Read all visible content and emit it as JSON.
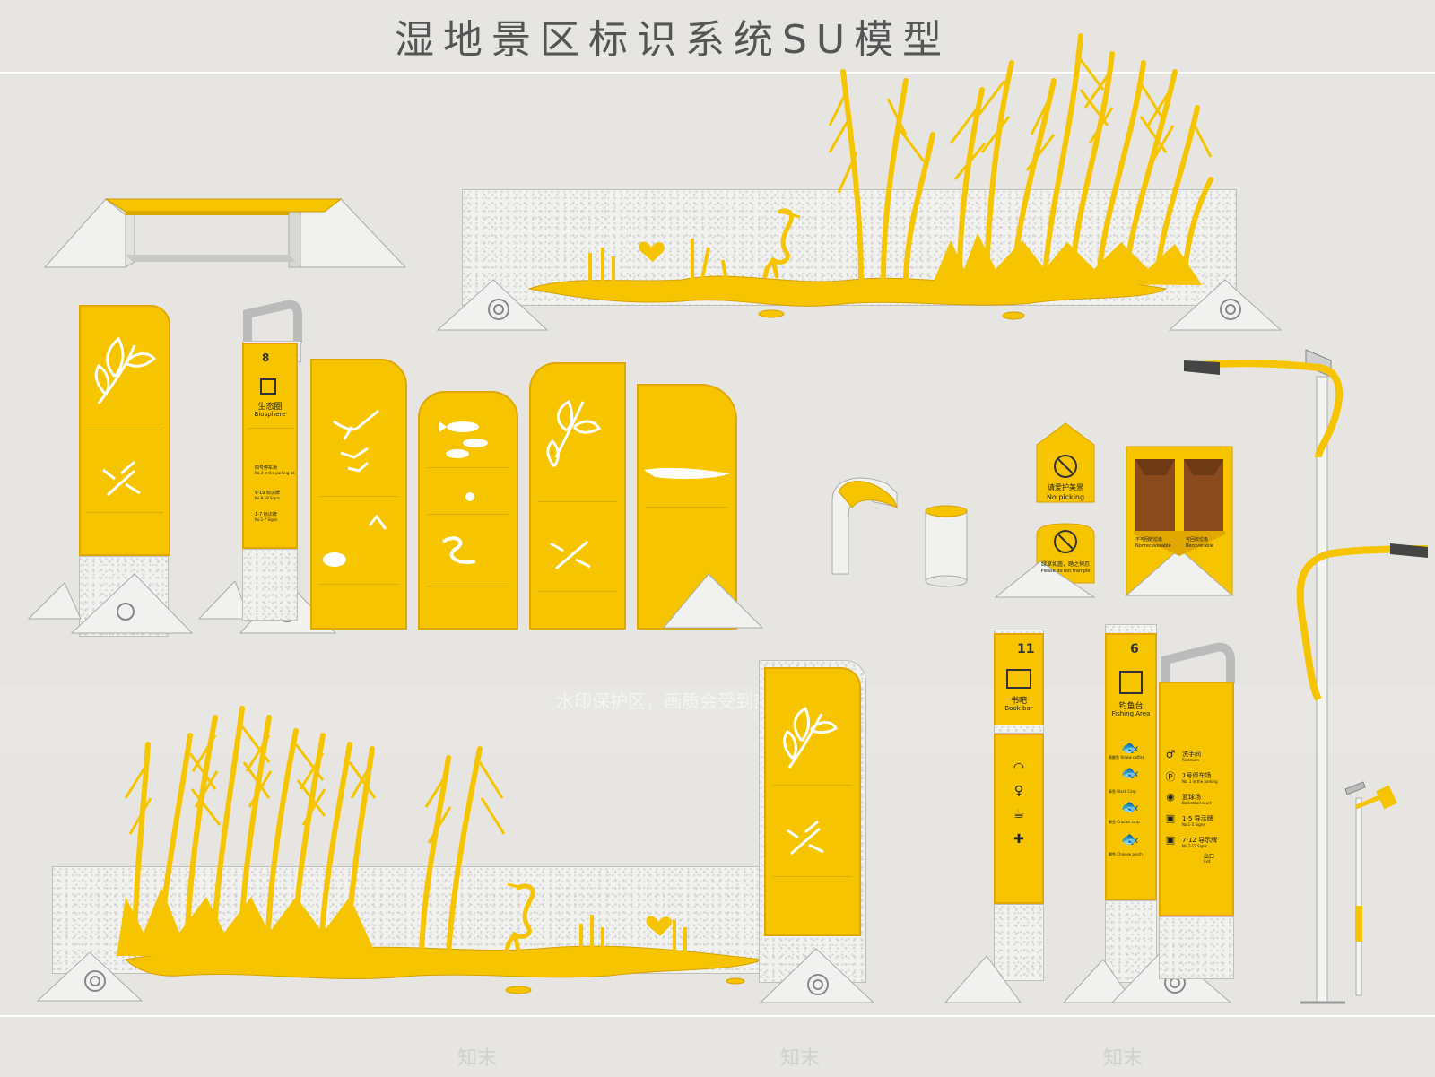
{
  "title": "湿地景区标识系统SU模型",
  "watermark": {
    "band_text": "水印保护区，画质会受到部分影响",
    "logo_text": "知末"
  },
  "colors": {
    "accent": "#f6c500",
    "stone": "#f1f1ef",
    "background": "#e6e5e1"
  },
  "signs": {
    "biosphere": {
      "number": "8",
      "cn": "生态圈",
      "en": "Biosphere",
      "rows": [
        "四号停车场",
        "No.4 in the parking lot",
        "9-19 标识牌",
        "No.9-19 Signs",
        "1-7 标识牌",
        "No.1-7 Signs"
      ]
    },
    "bins": {
      "left_cn": "不可回收垃圾",
      "left_en": "Nonrecoverable",
      "right_cn": "可回收垃圾",
      "right_en": "Recoverable"
    },
    "no_picking": {
      "cn": "请爱护美景",
      "en": "No picking"
    },
    "no_trample": {
      "cn": "绿草如茵，踏之何忍",
      "en": "Please do not trample"
    },
    "book_bar": {
      "number": "11",
      "cn": "书吧",
      "en": "Book bar"
    },
    "fishing": {
      "number": "6",
      "cn": "钓鱼台",
      "en": "Fishing Area",
      "fish": [
        "黄颡鱼 Yellow catfish",
        "青鱼 Black Carp",
        "鲫鱼 Crucian carp",
        "鳜鱼 Chinese perch"
      ]
    },
    "directory": {
      "rows": [
        "洗手间",
        "Restroom",
        "1号停车场",
        "No. 1 in the parking",
        "篮球场",
        "Basketball court",
        "1-5 导示牌",
        "No.1-5 Signs",
        "7-12 导示牌",
        "No.7-12 Signs",
        "出口",
        "Exit"
      ]
    }
  }
}
